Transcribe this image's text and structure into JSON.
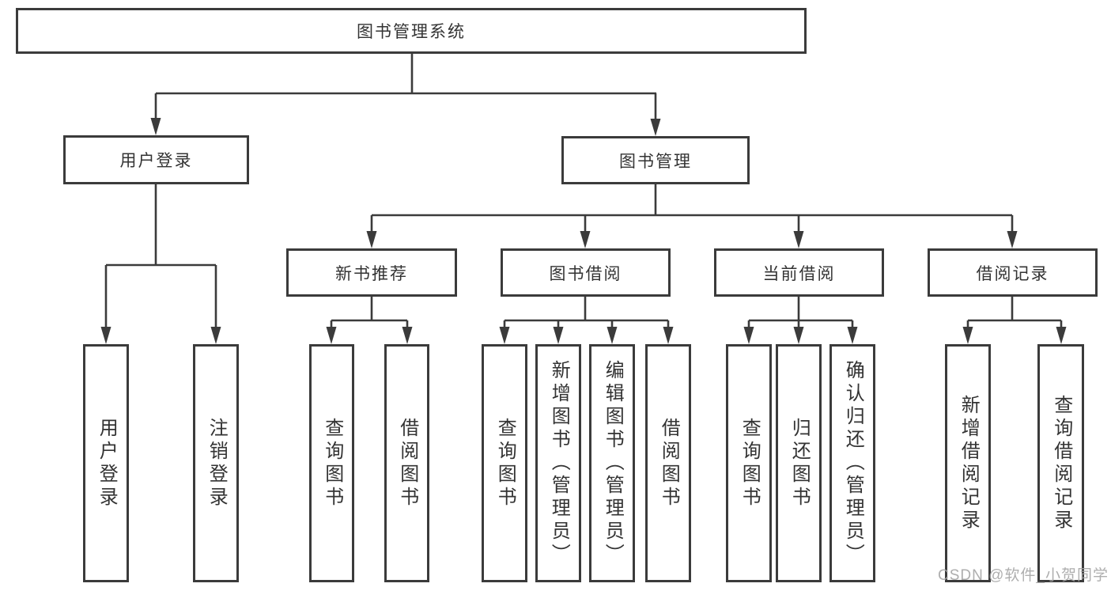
{
  "tree": {
    "root": {
      "label": "图书管理系统"
    },
    "branches": [
      {
        "label": "用户登录",
        "children": [
          {
            "label": "用户登录"
          },
          {
            "label": "注销登录"
          }
        ]
      },
      {
        "label": "图书管理",
        "groups": [
          {
            "label": "新书推荐",
            "children": [
              {
                "label": "查询图书"
              },
              {
                "label": "借阅图书"
              }
            ]
          },
          {
            "label": "图书借阅",
            "children": [
              {
                "label": "查询图书"
              },
              {
                "label": "新增图书（管理员）"
              },
              {
                "label": "编辑图书（管理员）"
              },
              {
                "label": "借阅图书"
              }
            ]
          },
          {
            "label": "当前借阅",
            "children": [
              {
                "label": "查询图书"
              },
              {
                "label": "归还图书"
              },
              {
                "label": "确认归还（管理员）"
              }
            ]
          },
          {
            "label": "借阅记录",
            "children": [
              {
                "label": "新增借阅记录"
              },
              {
                "label": "查询借阅记录"
              }
            ]
          }
        ]
      }
    ]
  },
  "colors": {
    "line": "#3b3b3b",
    "text": "#333333",
    "background": "#ffffff",
    "watermark": "#a5a5a5"
  },
  "watermark": {
    "text": "CSDN @软件_小贺同学"
  }
}
